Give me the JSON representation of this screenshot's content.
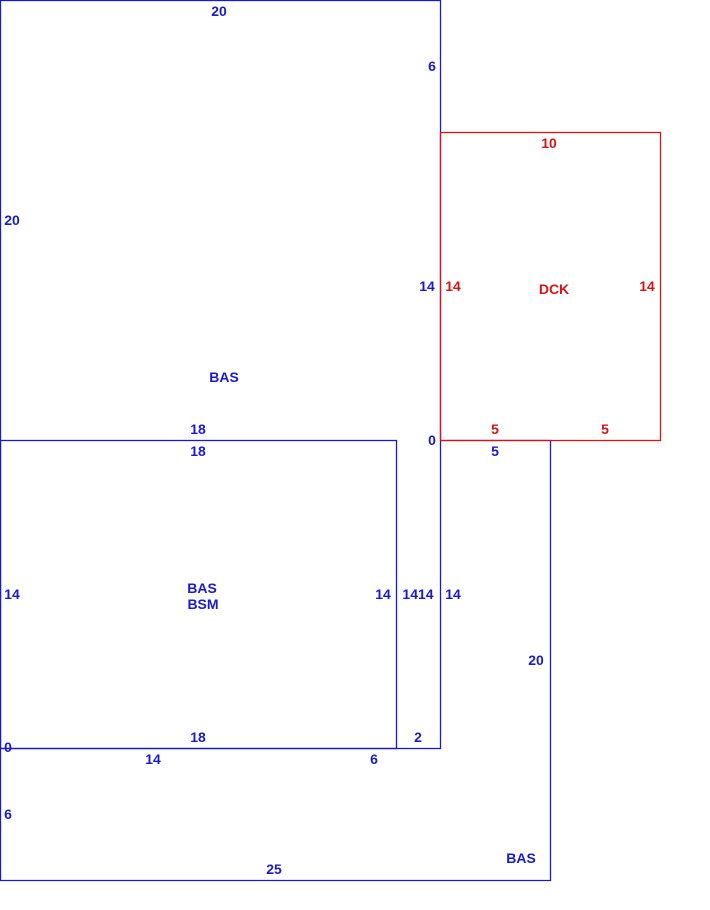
{
  "colors": {
    "main": "#1a1acd",
    "deck": "#d41515",
    "background": "#ffffff"
  },
  "areas": {
    "bas_upper": "BAS",
    "bas_bsm_line1": "BAS",
    "bas_bsm_line2": "BSM",
    "deck": "DCK",
    "bas_lower": "BAS"
  },
  "dimensions": {
    "top": "20",
    "upper_right_6": "6",
    "left_20": "20",
    "inner_14_blue": "14",
    "mid_18_above": "18",
    "mid_18_below": "18",
    "zero_mid": "0",
    "left_14": "14",
    "bsm_right_14": "14",
    "pair_1414": "1414",
    "right_14": "14",
    "bottom_18": "18",
    "two": "2",
    "zero_left": "0",
    "bottom_14": "14",
    "bottom_6": "6",
    "left_6": "6",
    "lower_right_20": "20",
    "bottom_25": "25",
    "lower_5": "5"
  },
  "deck_dimensions": {
    "top": "10",
    "left": "14",
    "right": "14",
    "bottom_left": "5",
    "bottom_right": "5"
  }
}
